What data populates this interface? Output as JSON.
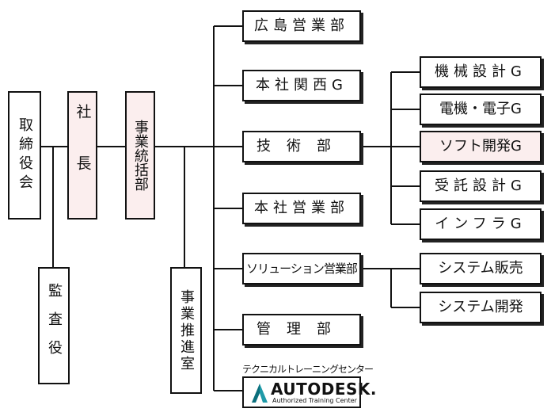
{
  "nodes": {
    "board": "取締役会",
    "president": "社長",
    "business_integration": "事業統括部",
    "auditor": "監査役",
    "business_promotion": "事業推進室",
    "hiroshima_sales": "広島営業部",
    "kansai": "本社関西G",
    "engineering": "技術部",
    "hq_sales": "本社営業部",
    "solution_sales": "ソリューション営業部",
    "management": "管理部",
    "mechanical": "機械設計G",
    "electrical": "電機・電子G",
    "software": "ソフト開発G",
    "contract_design": "受託設計G",
    "infra": "インフラG",
    "system_sales": "システム販売",
    "system_dev": "システム開発"
  },
  "training_center": {
    "title": "テクニカルトレーニングセンター",
    "brand": "AUTODESK.",
    "subtitle": "Authorized Training Center"
  },
  "colors": {
    "line": "#111111",
    "pink_fill": "#fbeeee",
    "logo_teal": "#1f9aa8"
  }
}
